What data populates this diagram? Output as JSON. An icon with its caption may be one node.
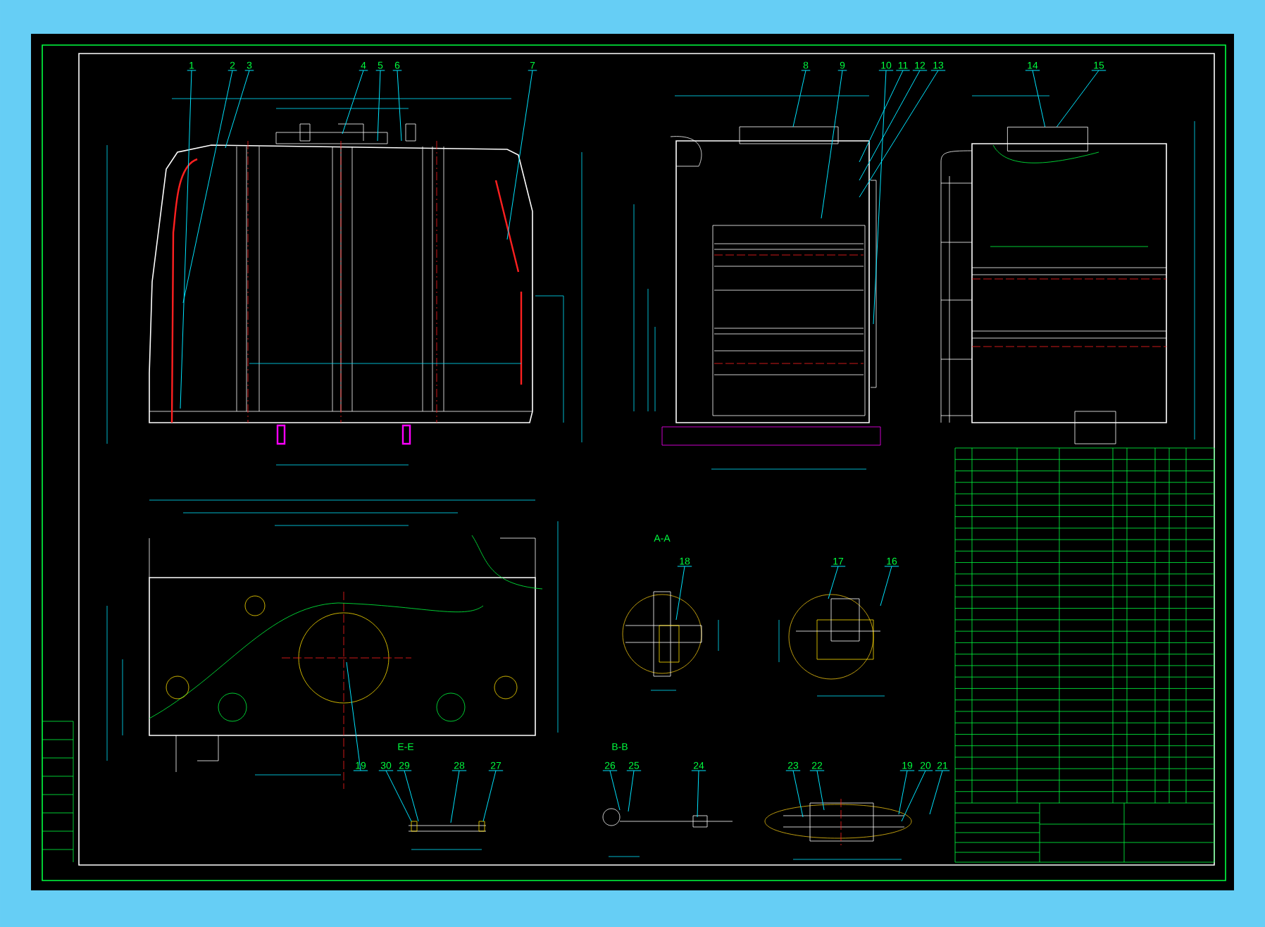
{
  "diagram": {
    "nodes": [
      {
        "text": [
          "1"
        ]
      },
      {
        "text": [
          "2"
        ]
      },
      {
        "text": [
          "3"
        ]
      },
      {
        "text": [
          "4"
        ]
      },
      {
        "text": [
          "5"
        ]
      },
      {
        "text": [
          "6"
        ]
      },
      {
        "text": [
          "7"
        ]
      },
      {
        "text": [
          "8"
        ]
      },
      {
        "text": [
          "9"
        ]
      },
      {
        "text": [
          "10"
        ]
      },
      {
        "text": [
          "11"
        ]
      },
      {
        "text": [
          "12"
        ]
      },
      {
        "text": [
          "13"
        ]
      },
      {
        "text": [
          "14"
        ]
      },
      {
        "text": [
          "15"
        ]
      },
      {
        "text": [
          "18"
        ]
      },
      {
        "text": [
          "17"
        ]
      },
      {
        "text": [
          "16"
        ]
      },
      {
        "text": [
          "19"
        ]
      },
      {
        "text": [
          "30"
        ]
      },
      {
        "text": [
          "29"
        ]
      },
      {
        "text": [
          "28"
        ]
      },
      {
        "text": [
          "27"
        ]
      },
      {
        "text": [
          "26"
        ]
      },
      {
        "text": [
          "25"
        ]
      },
      {
        "text": [
          "24"
        ]
      },
      {
        "text": [
          "23"
        ]
      },
      {
        "text": [
          "22"
        ]
      },
      {
        "text": [
          "19"
        ]
      },
      {
        "text": [
          "20"
        ]
      },
      {
        "text": [
          "21"
        ]
      },
      {
        "text": [],
        "shape": "box"
      }
    ],
    "edges": [
      {
        "from": 0,
        "to": null,
        "arrow": "none"
      },
      {
        "from": 1,
        "to": null,
        "arrow": "none"
      },
      {
        "from": 2,
        "to": null,
        "arrow": "none"
      },
      {
        "from": 3,
        "to": null,
        "arrow": "none"
      },
      {
        "from": 4,
        "to": null,
        "arrow": "none"
      },
      {
        "from": 5,
        "to": null,
        "arrow": "none"
      },
      {
        "from": 6,
        "to": null,
        "arrow": "none"
      },
      {
        "from": 7,
        "to": null,
        "arrow": "none"
      },
      {
        "from": 8,
        "to": null,
        "arrow": "none"
      },
      {
        "from": 9,
        "to": null,
        "arrow": "none"
      },
      {
        "from": 10,
        "to": null,
        "arrow": "none"
      },
      {
        "from": 11,
        "to": null,
        "arrow": "none"
      },
      {
        "from": 12,
        "to": null,
        "arrow": "none"
      },
      {
        "from": 13,
        "to": 31,
        "arrow": "none"
      },
      {
        "from": 14,
        "to": 31,
        "arrow": "none"
      },
      {
        "from": 15,
        "to": null,
        "arrow": "none"
      },
      {
        "from": 16,
        "to": null,
        "arrow": "none"
      },
      {
        "from": 17,
        "to": null,
        "arrow": "none"
      },
      {
        "from": 18,
        "to": null,
        "arrow": "none"
      },
      {
        "from": 19,
        "to": null,
        "arrow": "none"
      },
      {
        "from": 20,
        "to": null,
        "arrow": "none"
      },
      {
        "from": 21,
        "to": null,
        "arrow": "none"
      },
      {
        "from": 22,
        "to": null,
        "arrow": "none"
      },
      {
        "from": 23,
        "to": null,
        "arrow": "none"
      },
      {
        "from": 24,
        "to": null,
        "arrow": "none"
      },
      {
        "from": 25,
        "to": null,
        "arrow": "none"
      },
      {
        "from": 26,
        "to": null,
        "arrow": "none"
      },
      {
        "from": 27,
        "to": null,
        "arrow": "none"
      },
      {
        "from": 28,
        "to": null,
        "arrow": "none"
      },
      {
        "from": 29,
        "to": null,
        "arrow": "none"
      },
      {
        "from": 30,
        "to": null,
        "arrow": "none"
      }
    ],
    "labels": [
      "A-A",
      "E-E",
      "B-B"
    ]
  }
}
